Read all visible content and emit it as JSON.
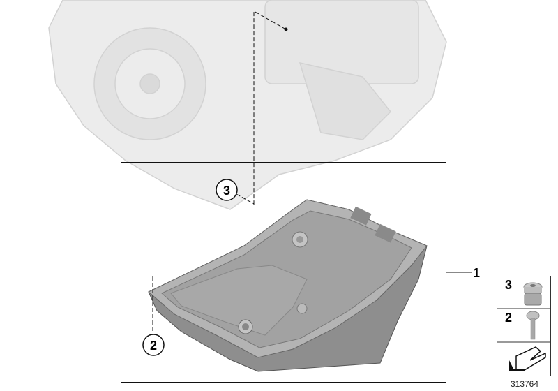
{
  "diagram": {
    "callouts": [
      {
        "number": "1",
        "part": "oil-pan-assembly"
      },
      {
        "number": "2",
        "part": "bolt"
      },
      {
        "number": "3",
        "part": "screw-plug"
      }
    ],
    "legend": {
      "items": [
        {
          "number": "3",
          "icon": "screw-plug-icon"
        },
        {
          "number": "2",
          "icon": "bolt-icon"
        }
      ],
      "arrow_icon": "direction-arrow-icon"
    },
    "reference_number": "313764",
    "colors": {
      "line": "#111111",
      "part": "#9c9c9c",
      "ghost": "#e4e4e4"
    }
  }
}
